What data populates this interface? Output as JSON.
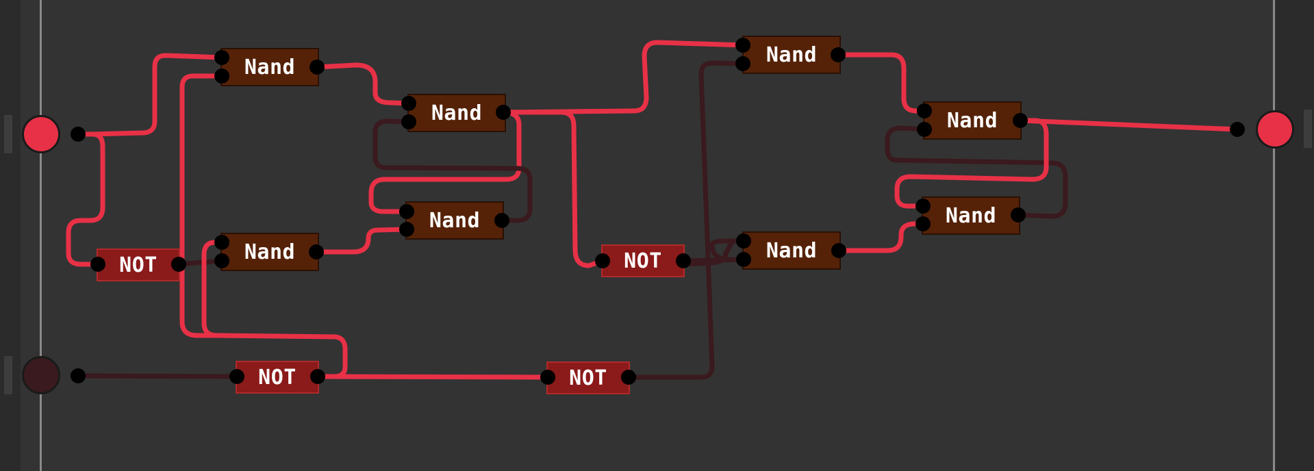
{
  "colors": {
    "background": "#333333",
    "wire_on": "#e83147",
    "wire_off": "#3a1a1e",
    "nand_fill": "#552208",
    "not_fill": "#8b1a1a",
    "pin": "#000000",
    "io_on": "#e83147",
    "io_off": "#3a1a1e"
  },
  "inputs": [
    {
      "id": "in-a",
      "state": "on"
    },
    {
      "id": "in-b",
      "state": "off"
    }
  ],
  "outputs": [
    {
      "id": "out-q",
      "state": "on"
    }
  ],
  "gates": [
    {
      "id": "nand-1",
      "type": "nand",
      "label": "Nand"
    },
    {
      "id": "nand-2",
      "type": "nand",
      "label": "Nand"
    },
    {
      "id": "nand-3",
      "type": "nand",
      "label": "Nand"
    },
    {
      "id": "nand-4",
      "type": "nand",
      "label": "Nand"
    },
    {
      "id": "nand-5",
      "type": "nand",
      "label": "Nand"
    },
    {
      "id": "nand-6",
      "type": "nand",
      "label": "Nand"
    },
    {
      "id": "nand-7",
      "type": "nand",
      "label": "Nand"
    },
    {
      "id": "nand-8",
      "type": "nand",
      "label": "Nand"
    },
    {
      "id": "not-1",
      "type": "not",
      "label": "NOT"
    },
    {
      "id": "not-2",
      "type": "not",
      "label": "NOT"
    },
    {
      "id": "not-3",
      "type": "not",
      "label": "NOT"
    },
    {
      "id": "not-4",
      "type": "not",
      "label": "NOT"
    }
  ],
  "wires": [
    {
      "id": "w1",
      "state": "on"
    },
    {
      "id": "w2",
      "state": "on"
    },
    {
      "id": "w3",
      "state": "on"
    },
    {
      "id": "w4",
      "state": "off"
    },
    {
      "id": "w5",
      "state": "on"
    },
    {
      "id": "w6",
      "state": "on"
    },
    {
      "id": "w7",
      "state": "off"
    },
    {
      "id": "w8",
      "state": "on"
    },
    {
      "id": "w9",
      "state": "off"
    },
    {
      "id": "w10",
      "state": "on"
    },
    {
      "id": "w11",
      "state": "on"
    },
    {
      "id": "w12",
      "state": "on"
    },
    {
      "id": "w13",
      "state": "on"
    },
    {
      "id": "w14",
      "state": "off"
    },
    {
      "id": "w15",
      "state": "off"
    },
    {
      "id": "w16",
      "state": "on"
    },
    {
      "id": "w17",
      "state": "on"
    },
    {
      "id": "w18",
      "state": "on"
    },
    {
      "id": "w19",
      "state": "on"
    },
    {
      "id": "w20",
      "state": "off"
    },
    {
      "id": "w21",
      "state": "off"
    },
    {
      "id": "w22",
      "state": "off"
    },
    {
      "id": "w23",
      "state": "on"
    },
    {
      "id": "w24",
      "state": "off"
    },
    {
      "id": "w25",
      "state": "on"
    },
    {
      "id": "w26",
      "state": "off"
    }
  ]
}
